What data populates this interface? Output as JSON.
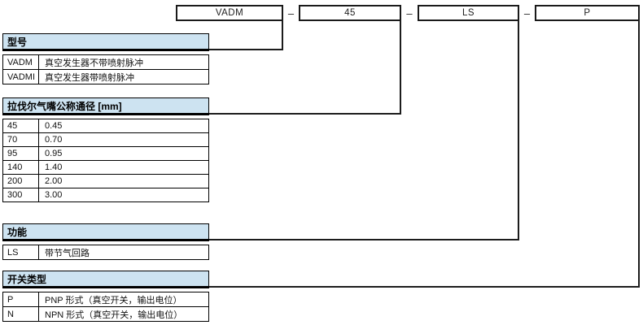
{
  "diagram_title": "ordering-code-diagram",
  "separator": "–",
  "colors": {
    "header_bg": "#cde3f1",
    "border": "#000000",
    "line": "#1c1c1c",
    "background": "#ffffff"
  },
  "code_boxes": [
    {
      "label": "VADM"
    },
    {
      "label": "45"
    },
    {
      "label": "LS"
    },
    {
      "label": "P"
    }
  ],
  "tables": [
    {
      "id": "model",
      "header": "型号",
      "rows": [
        [
          "VADM",
          "真空发生器不带喷射脉冲"
        ],
        [
          "VADMI",
          "真空发生器带喷射脉冲"
        ]
      ]
    },
    {
      "id": "nozzle-diameter",
      "header": "拉伐尔气嘴公称通径 [mm]",
      "rows": [
        [
          "45",
          "0.45"
        ],
        [
          "70",
          "0.70"
        ],
        [
          "95",
          "0.95"
        ],
        [
          "140",
          "1.40"
        ],
        [
          "200",
          "2.00"
        ],
        [
          "300",
          "3.00"
        ]
      ]
    },
    {
      "id": "function",
      "header": "功能",
      "rows": [
        [
          "LS",
          "带节气回路"
        ]
      ]
    },
    {
      "id": "switch-type",
      "header": "开关类型",
      "rows": [
        [
          "P",
          "PNP 形式（真空开关，输出电位）"
        ],
        [
          "N",
          "NPN 形式（真空开关，输出电位）"
        ]
      ]
    }
  ]
}
